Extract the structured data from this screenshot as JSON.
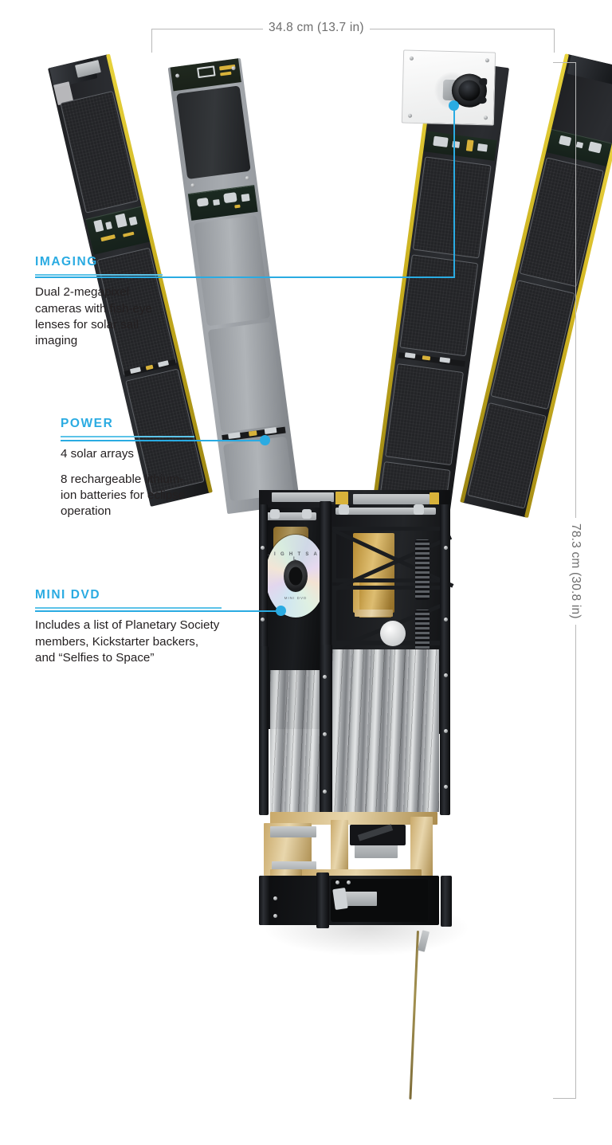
{
  "page": {
    "subject": "LightSail spacecraft cutaway diagram",
    "background_color": "#ffffff",
    "accent_color": "#2aabe2",
    "rule_color": "#5cc3e8",
    "text_color": "#231f20",
    "dimension_color": "#6e6e6e"
  },
  "dimensions": {
    "width_label": "34.8 cm (13.7 in)",
    "height_label": "78.3 cm (30.8 in)"
  },
  "callouts": [
    {
      "id": "imaging",
      "title": "IMAGING",
      "paragraphs": [
        "Dual 2-megapixel cameras with fish-eye lenses for solar sail imaging"
      ]
    },
    {
      "id": "power",
      "title": "POWER",
      "paragraphs": [
        "4 solar arrays",
        "8 rechargeable lithium-ion batteries for eclipse operation"
      ]
    },
    {
      "id": "mini-dvd",
      "title": "MINI DVD",
      "paragraphs": [
        "Includes a list of Planetary Society members, Kickstarter backers, and “Selfies to Space”"
      ]
    }
  ],
  "illustration": {
    "dvd_label": "L I G H T S A I L",
    "dvd_sublabel": "MINI DVD",
    "parts": [
      "left-solar-wing",
      "right-solar-wing",
      "camera-module",
      "spacecraft-body",
      "folded-solar-sail",
      "deployment-motor-base",
      "antenna-wire"
    ]
  }
}
